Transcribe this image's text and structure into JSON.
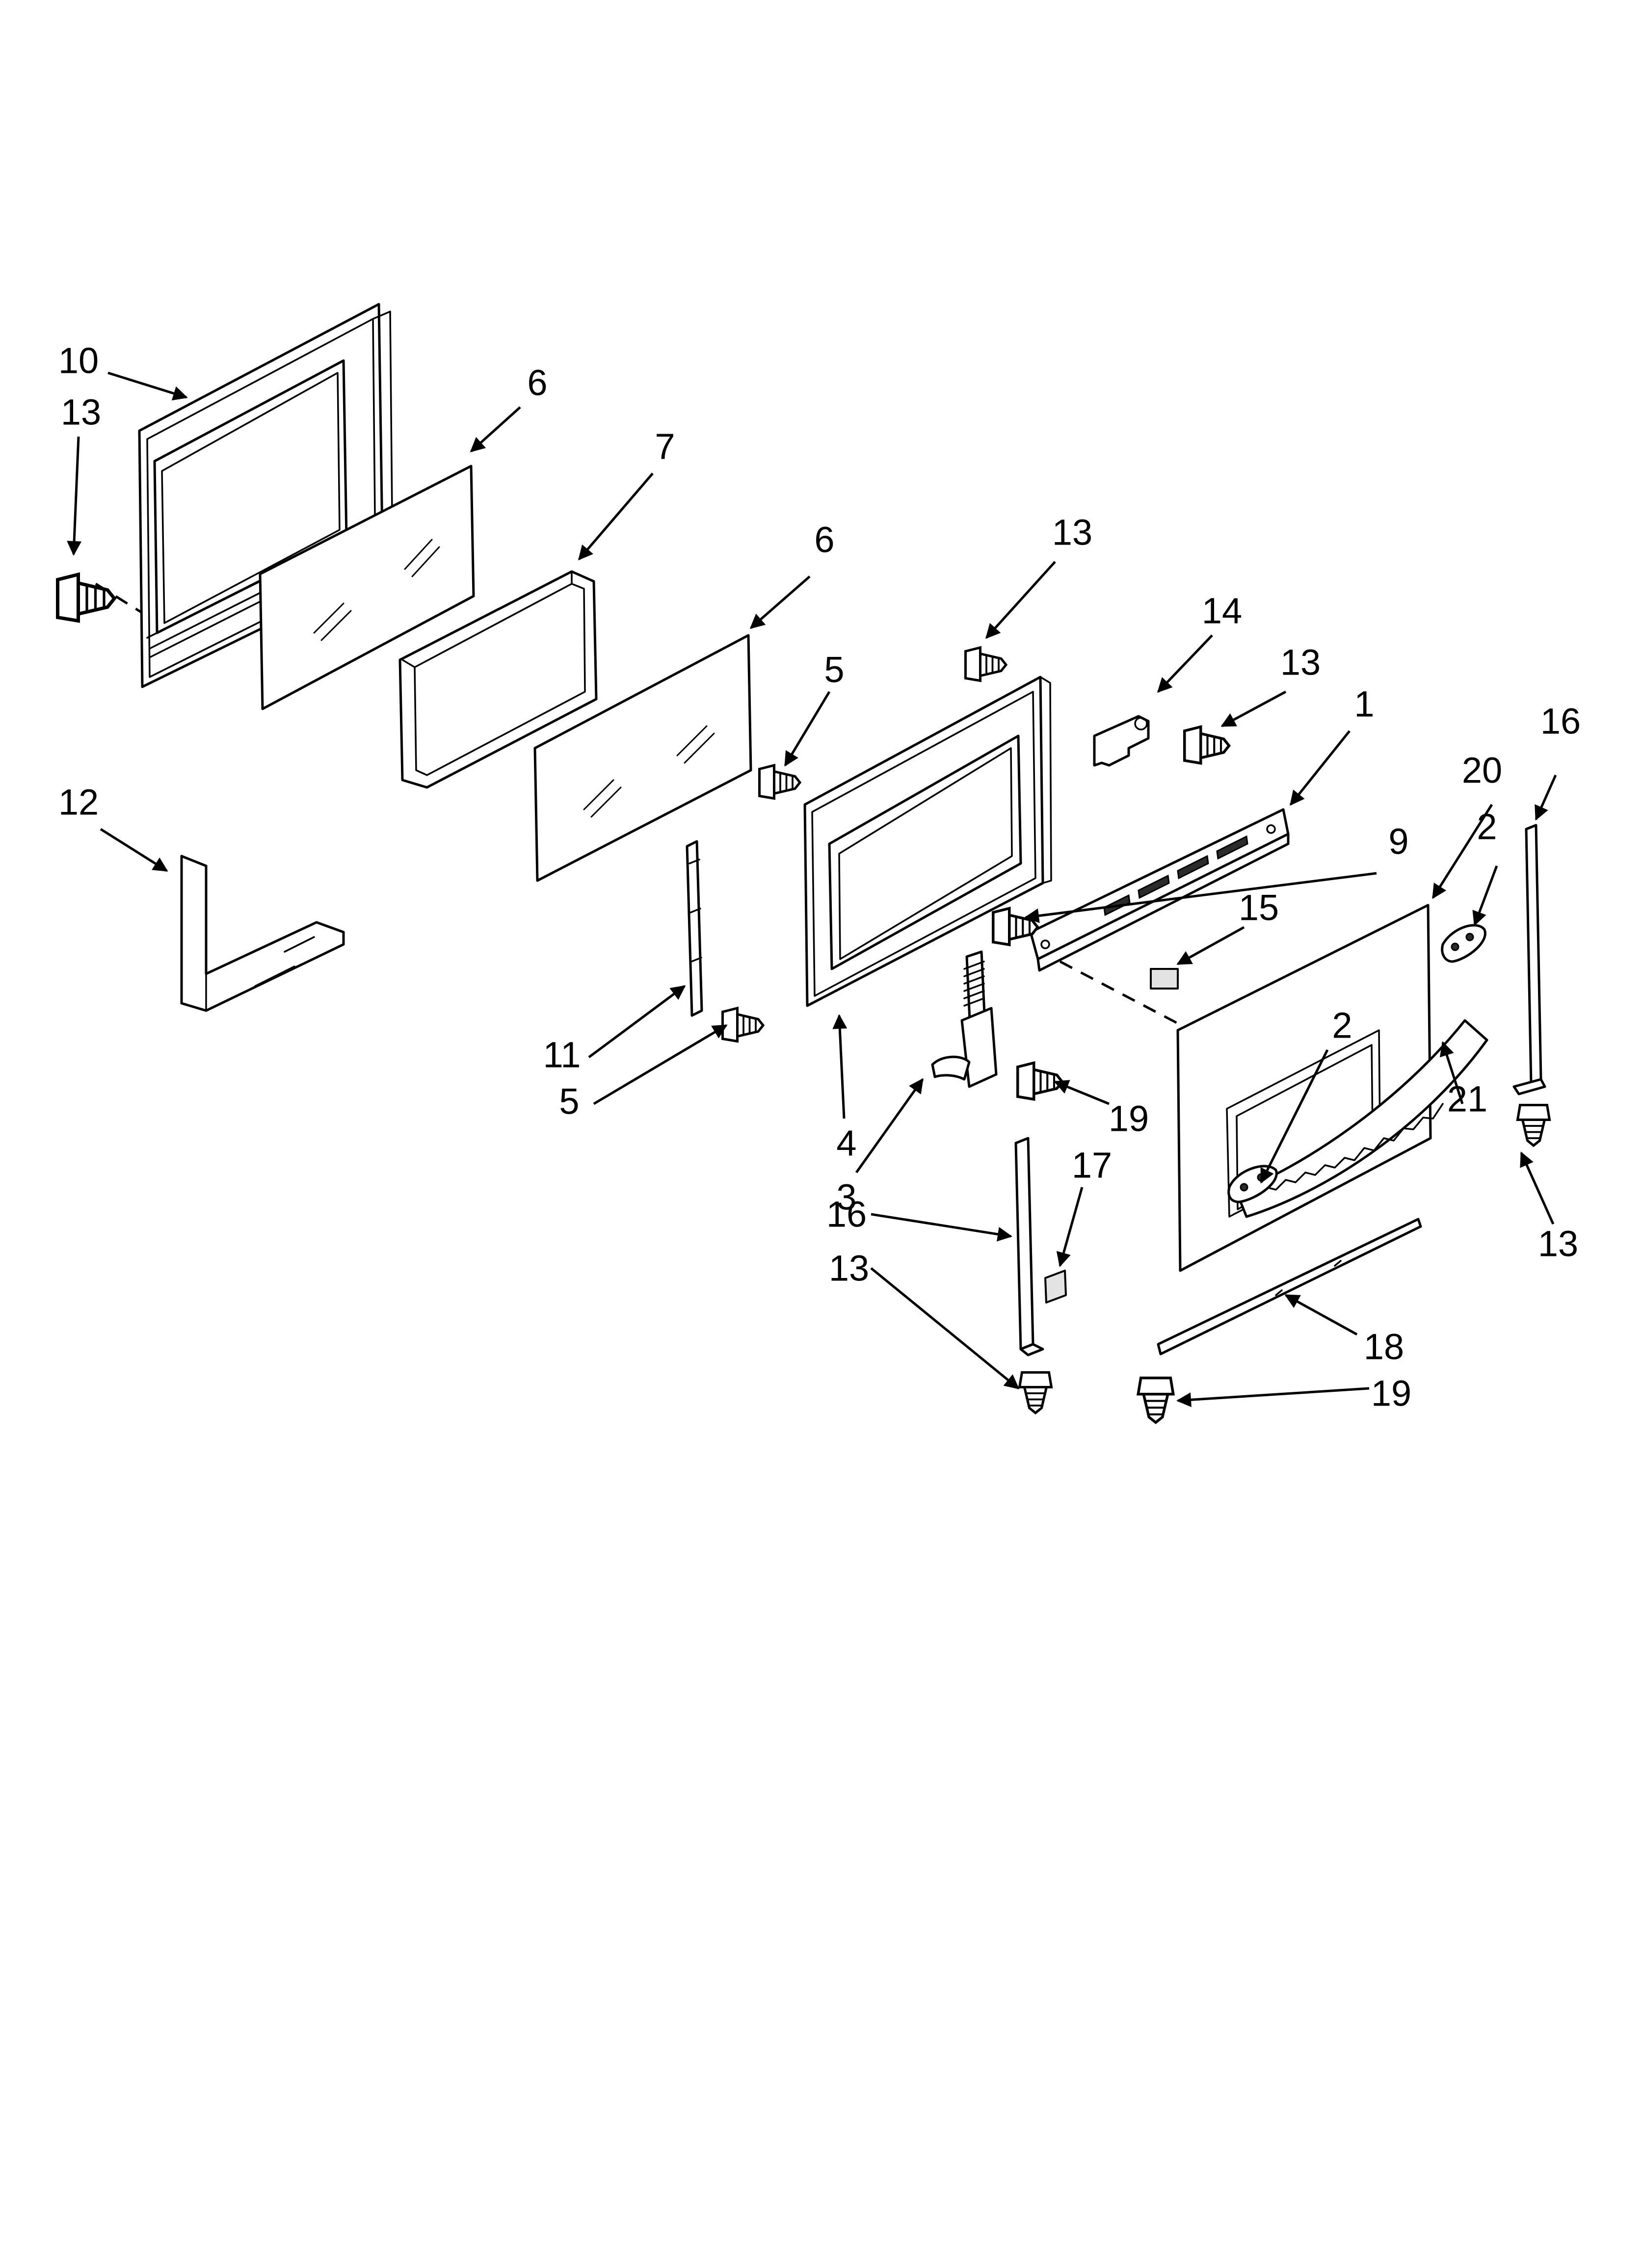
{
  "callouts": [
    {
      "id": "c10a",
      "text": "10"
    },
    {
      "id": "c13a",
      "text": "13"
    },
    {
      "id": "c6a",
      "text": "6"
    },
    {
      "id": "c7",
      "text": "7"
    },
    {
      "id": "c6b",
      "text": "6"
    },
    {
      "id": "c13b",
      "text": "13"
    },
    {
      "id": "c14",
      "text": "14"
    },
    {
      "id": "c13c",
      "text": "13"
    },
    {
      "id": "c5a",
      "text": "5"
    },
    {
      "id": "c1",
      "text": "1"
    },
    {
      "id": "c16a",
      "text": "16"
    },
    {
      "id": "c20",
      "text": "20"
    },
    {
      "id": "c2a",
      "text": "2"
    },
    {
      "id": "c12",
      "text": "12"
    },
    {
      "id": "c9",
      "text": "9"
    },
    {
      "id": "c15",
      "text": "15"
    },
    {
      "id": "c2b",
      "text": "2"
    },
    {
      "id": "c11",
      "text": "11"
    },
    {
      "id": "c5b",
      "text": "5"
    },
    {
      "id": "c4",
      "text": "4"
    },
    {
      "id": "c19a",
      "text": "19"
    },
    {
      "id": "c21",
      "text": "21"
    },
    {
      "id": "c3",
      "text": "3"
    },
    {
      "id": "c13d",
      "text": "13"
    },
    {
      "id": "c17",
      "text": "17"
    },
    {
      "id": "c16b",
      "text": "16"
    },
    {
      "id": "c13e",
      "text": "13"
    },
    {
      "id": "c18",
      "text": "18"
    },
    {
      "id": "c19b",
      "text": "19"
    }
  ]
}
